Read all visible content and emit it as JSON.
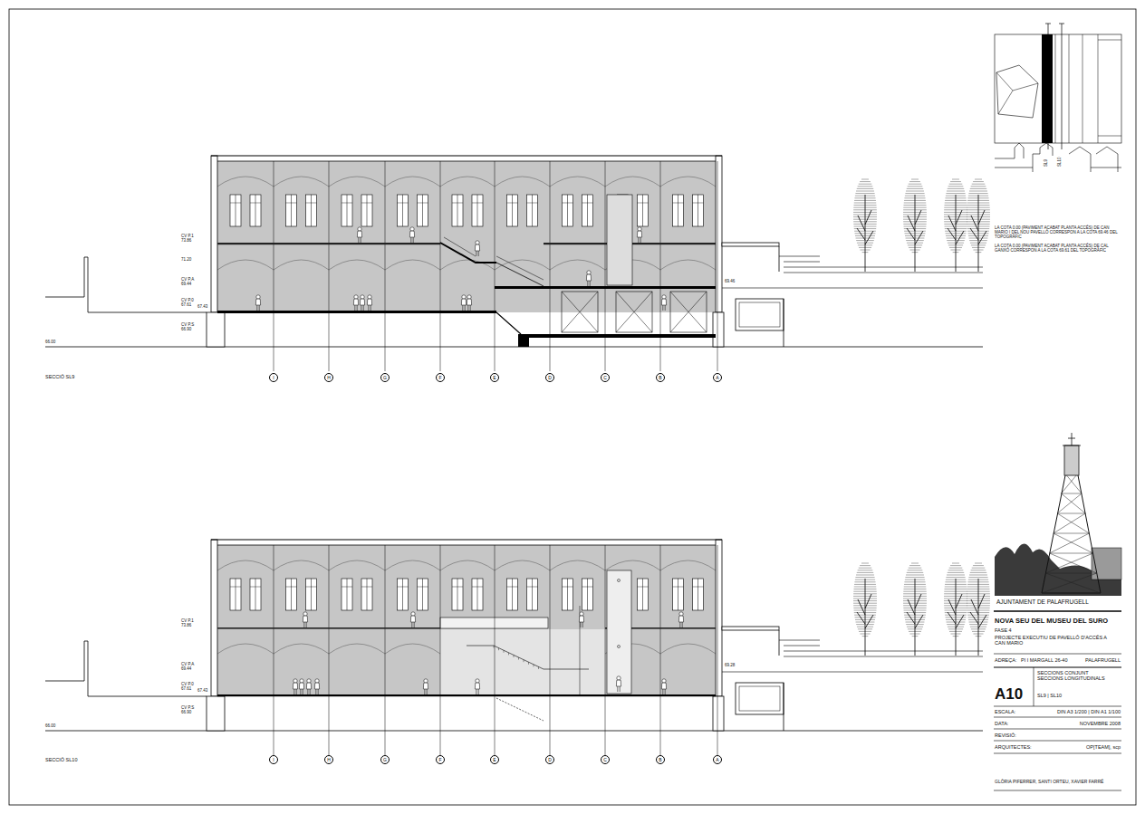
{
  "diagram": {
    "nodes": [
      {
        "text": [
          "I"
        ]
      },
      {
        "text": [
          "H"
        ]
      },
      {
        "text": [
          "G"
        ]
      },
      {
        "text": [
          "F"
        ]
      },
      {
        "text": [
          "E"
        ]
      },
      {
        "text": [
          "D"
        ]
      },
      {
        "text": [
          "C"
        ]
      },
      {
        "text": [
          "B"
        ]
      },
      {
        "text": [
          "A"
        ]
      },
      {
        "text": [
          "I"
        ]
      },
      {
        "text": [
          "H"
        ]
      },
      {
        "text": [
          "G"
        ]
      },
      {
        "text": [
          "F"
        ]
      },
      {
        "text": [
          "E"
        ]
      },
      {
        "text": [
          "D"
        ]
      },
      {
        "text": [
          "C"
        ]
      },
      {
        "text": [
          "B"
        ]
      },
      {
        "text": [
          "A"
        ]
      }
    ],
    "labels": [
      "CV P.1 73.86",
      "71.20",
      "CV P.A 69.44",
      "CV P.0 67.61",
      "67.43",
      "CV P.S 66.90",
      "66.00",
      "69.46",
      "SECCIÓ SL9",
      "CV P.1 73.86",
      "CV P.A 69.44",
      "CV P.0 67.61",
      "67.43",
      "CV P.S 66.90",
      "66.00",
      "69.28",
      "SECCIÓ SL10",
      "SL9",
      "SL10",
      "LA COTA 0.00 (PAVIMENT ACABAT PLANTA ACCÉS) DE CAN MARIO I DEL NOU PAVELLÓ CORRESPON A LA COTA 69.46 DEL TOPOGRÀFIC",
      "LA COTA 0.00 (PAVIMENT ACABAT PLANTA ACCÉS) DE CAL GANXÓ CORRESPON A LA COTA 69.61 DEL TOPOGRÀFIC",
      "AJUNTAMENT DE PALAFRUGELL",
      "NOVA SEU DEL MUSEU DEL SURO",
      "FASE 4",
      "PROJECTE EXECUTIU DE PAVELLÓ D'ACCÉS A CAN MARIO",
      "ADREÇA:",
      "PI I MARGALL 26-40",
      "PALAFRUGELL",
      "SECCIONS CONJUNT SECCIONS LONGITUDINALS",
      "SL9 | SL10",
      "A10",
      "ESCALA:",
      "DIN A3 1/200 | DIN A1 1/100",
      "DATA:",
      "NOVEMBRE 2008",
      "REVISIÓ:",
      "ARQUITECTES:",
      "OP[TEAM], scp",
      "GLÒRIA PIFERRER, SANTI ORTEU, XAVIER FARRÉ"
    ]
  }
}
